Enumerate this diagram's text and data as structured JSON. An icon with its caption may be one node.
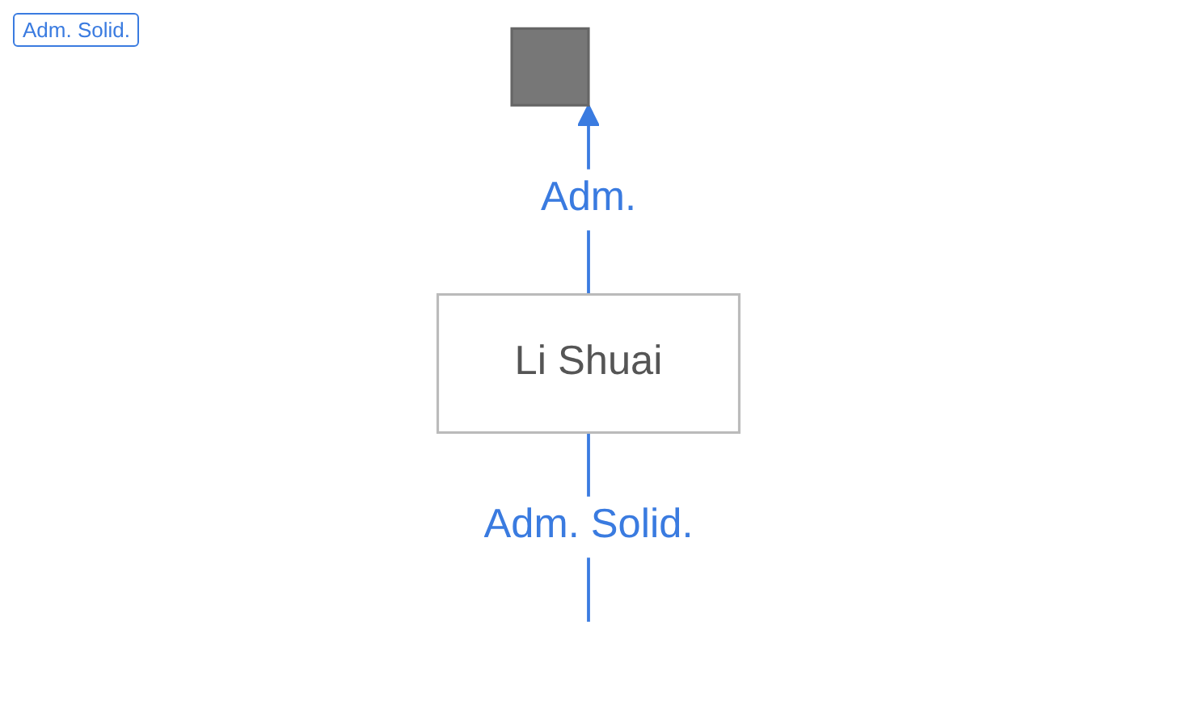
{
  "diagram": {
    "nodes": [
      {
        "text": [],
        "shape": "box"
      },
      {
        "text": [
          "Li Shuai"
        ]
      }
    ],
    "edges": [
      {
        "from": 1,
        "to": 0,
        "arrow": "to",
        "label": "Adm."
      },
      {
        "from": null,
        "to": 1,
        "arrow": "none",
        "label": "Adm. Solid."
      }
    ],
    "labels": [
      "Adm. Solid."
    ]
  }
}
